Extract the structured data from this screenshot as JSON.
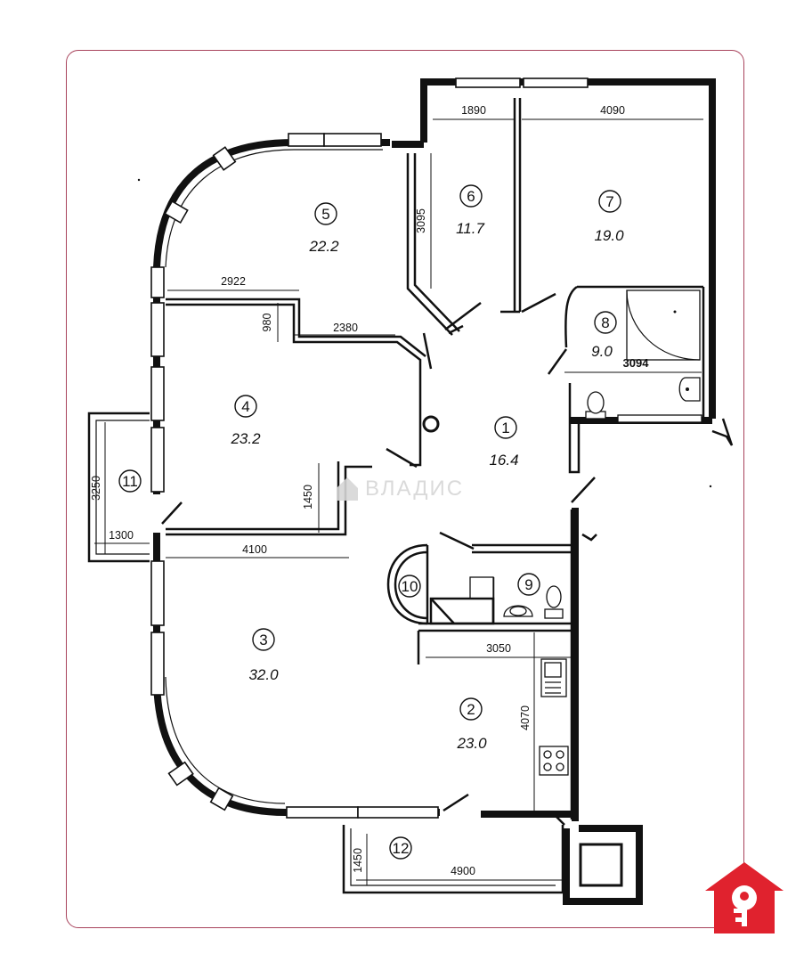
{
  "rooms": [
    {
      "number": "1",
      "area": "16.4"
    },
    {
      "number": "2",
      "area": "23.0"
    },
    {
      "number": "3",
      "area": "32.0"
    },
    {
      "number": "4",
      "area": "23.2"
    },
    {
      "number": "5",
      "area": "22.2"
    },
    {
      "number": "6",
      "area": "11.7"
    },
    {
      "number": "7",
      "area": "19.0"
    },
    {
      "number": "8",
      "area": "9.0"
    },
    {
      "number": "9",
      "area": ""
    },
    {
      "number": "10",
      "area": ""
    },
    {
      "number": "11",
      "area": ""
    },
    {
      "number": "12",
      "area": ""
    }
  ],
  "dimensions": {
    "d1890": "1890",
    "d4090": "4090",
    "d3095": "3095",
    "d2922": "2922",
    "d980": "980",
    "d2380": "2380",
    "d3094": "3094",
    "d3250": "3250",
    "d1300": "1300",
    "d1450a": "1450",
    "d4100": "4100",
    "d3050": "3050",
    "d4070": "4070",
    "d1450b": "1450",
    "d4900": "4900"
  },
  "watermark": "ВЛАДИС",
  "colors": {
    "frame": "#a8435c",
    "logo": "#e0222e"
  }
}
